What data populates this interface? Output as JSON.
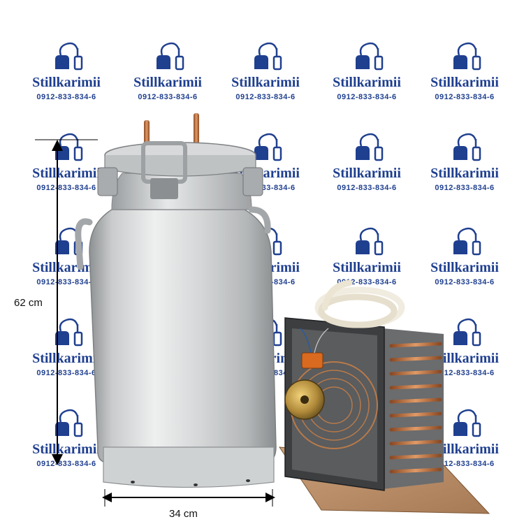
{
  "watermark": {
    "brand": "Stillkarimii",
    "phone": "0912-833-834-6",
    "color": "#1f3f8f",
    "icon": "still-flask-icon"
  },
  "dimensions": {
    "height_label": "62 cm",
    "width_label": "34 cm"
  },
  "objects": {
    "milk_can": "aluminum-milk-can",
    "condenser": "fan-cooled-copper-condenser",
    "tubing": "silicone-tubing-coil"
  }
}
